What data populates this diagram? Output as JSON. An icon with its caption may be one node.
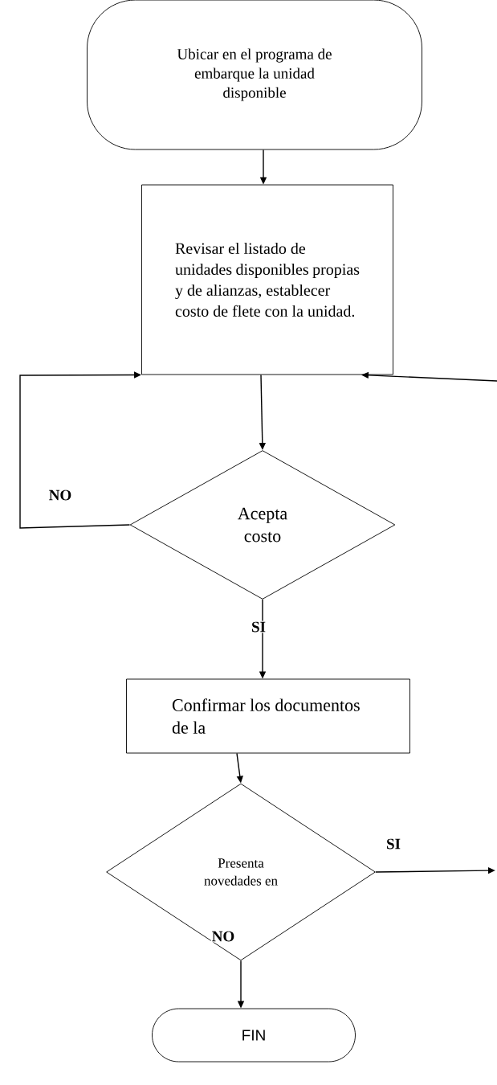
{
  "diagram": {
    "nodes": [
      {
        "text": [
          "Ubicar en el programa de embarque la unidad disponible"
        ]
      },
      {
        "text": [
          "Revisar el listado de unidades disponibles propias y de alianzas, establecer costo de flete con la unidad."
        ]
      },
      {
        "text": [
          "Acepta costo"
        ]
      },
      {
        "text": [
          "Confirmar los documentos de la"
        ]
      },
      {
        "text": [
          "Presenta novedades en"
        ]
      },
      {
        "text": [
          "FIN"
        ]
      }
    ],
    "edges": [
      {
        "from": 0,
        "to": 1,
        "arrow": "to"
      },
      {
        "from": 1,
        "to": 2,
        "arrow": "to"
      },
      {
        "from": 2,
        "to": 1,
        "arrow": "to",
        "label": "NO"
      },
      {
        "from": null,
        "to": 1,
        "arrow": "to"
      },
      {
        "from": 2,
        "to": 3,
        "arrow": "to",
        "label": "SI"
      },
      {
        "from": 3,
        "to": 4,
        "arrow": "to"
      },
      {
        "from": 4,
        "to": null,
        "arrow": "to",
        "label": "SI"
      },
      {
        "from": 4,
        "to": 5,
        "arrow": "to",
        "label": "NO"
      }
    ]
  }
}
